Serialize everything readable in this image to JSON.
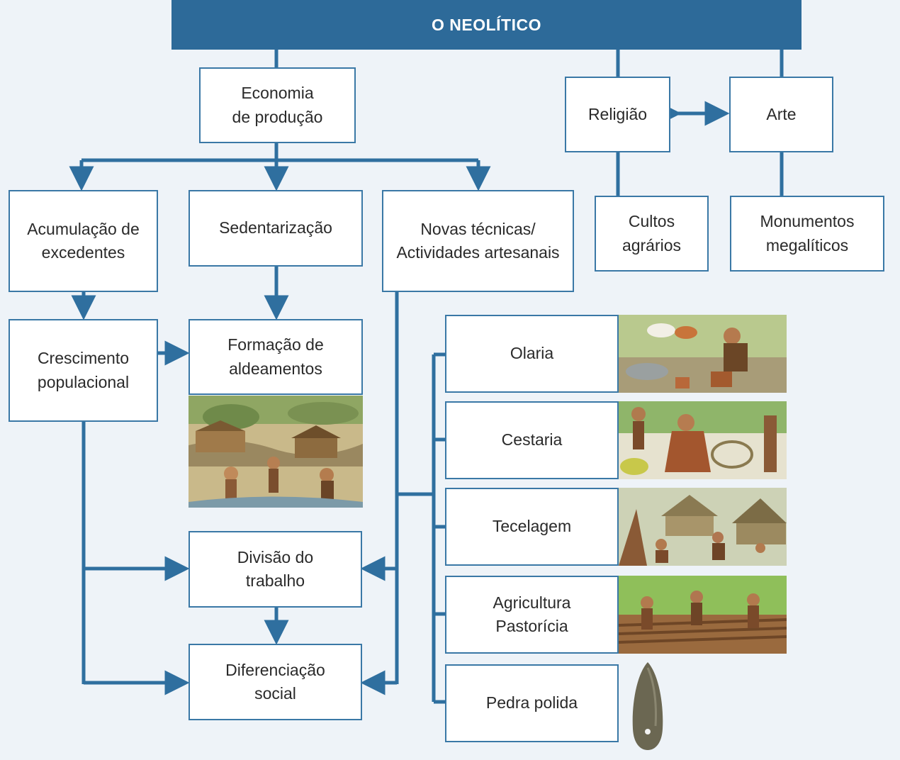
{
  "header": {
    "title": "O NEOLÍTICO"
  },
  "economy": {
    "title_line1": "Economia",
    "title_line2": "de produção",
    "surplus": [
      "Acumulação de",
      "excedentes"
    ],
    "sedentarization": "Sedentarização",
    "techniques": [
      "Novas técnicas/",
      "Actividades artesanais"
    ],
    "population_growth": [
      "Crescimento",
      "populacional"
    ],
    "villages": [
      "Formação de",
      "aldeamentos"
    ],
    "labor_division": [
      "Divisão do",
      "trabalho"
    ],
    "social_differentiation": [
      "Diferenciação",
      "social"
    ]
  },
  "crafts": [
    "Olaria",
    "Cestaria",
    "Tecelagem",
    "Agricultura",
    "Pastorícia",
    "Pedra polida"
  ],
  "religion": {
    "title": "Religião",
    "cults": [
      "Cultos",
      "agrários"
    ]
  },
  "art": {
    "title": "Arte",
    "monuments": [
      "Monumentos",
      "megalíticos"
    ]
  },
  "colors": {
    "accent": "#2d6a99",
    "line": "#2f6f9f",
    "box_border": "#3a78a6"
  }
}
